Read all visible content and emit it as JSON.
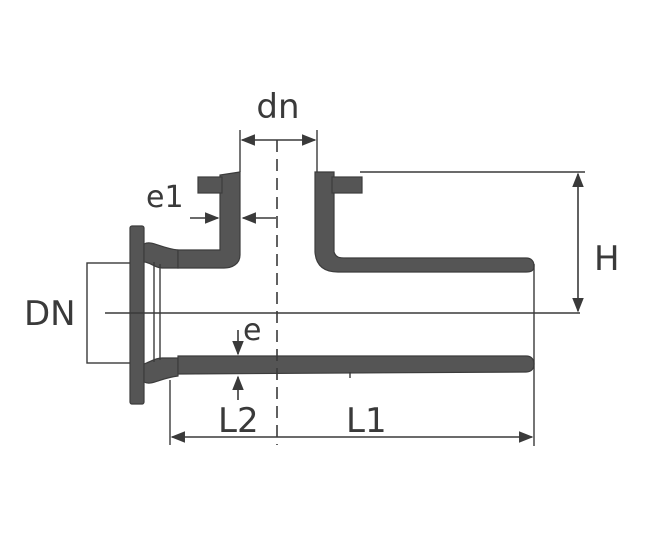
{
  "diagram": {
    "labels": {
      "dn": "dn",
      "e1": "e1",
      "DN": "DN",
      "e": "e",
      "H": "H",
      "L2": "L2",
      "L1": "L1"
    },
    "colors": {
      "body": "#555555",
      "line": "#3a3a3a",
      "background": "#ffffff"
    }
  }
}
